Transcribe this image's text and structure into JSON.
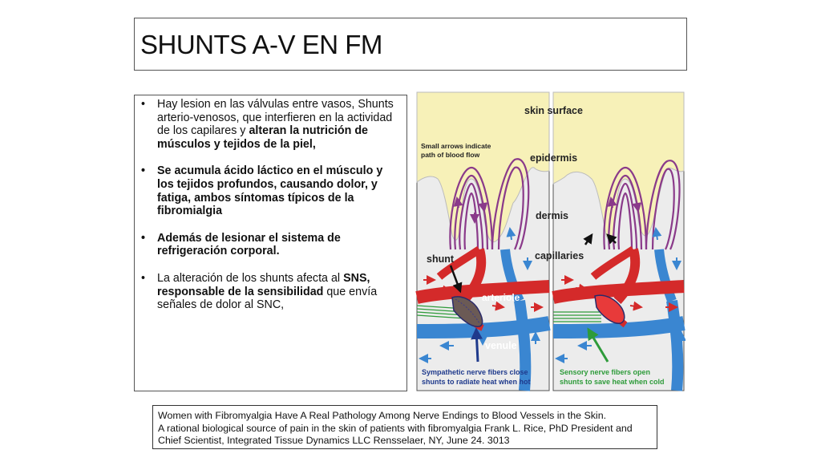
{
  "title": "SHUNTS A-V EN FM",
  "bullets": [
    {
      "parts": [
        "Hay  lesion en las válvulas entre vasos, Shunts arterio-venosos, que interfieren en la actividad de los capilares y ",
        "alteran  la nutrición de músculos y tejidos de la piel,"
      ]
    },
    {
      "parts": [
        "Se acumula ácido láctico en el músculo y los tejidos profundos,  causando dolor, y fatiga, ambos síntomas típicos de la fibromialgia"
      ]
    },
    {
      "parts": [
        "Además de lesionar el sistema de refrigeración corporal."
      ]
    },
    {
      "parts": [
        "La alteración de los shunts afecta al   ",
        "SNS, responsable de la sensibilidad",
        " que envía señales de dolor al SNC,"
      ]
    }
  ],
  "figure": {
    "skin_surface": "skin surface",
    "small_arrows_1": "Small arrows indicate",
    "small_arrows_2": "path of blood flow",
    "epidermis": "epidermis",
    "dermis": "dermis",
    "capillaries": "capillaries",
    "shunt": "shunt",
    "arteriole": "arteriole",
    "venule": "venule",
    "left_caption_1": "Sympathetic nerve fibers close",
    "left_caption_2": "shunts to radiate heat when hot",
    "right_caption_1": "Sensory nerve fibers open",
    "right_caption_2": "shunts to save heat when cold",
    "colors": {
      "artery": "#d42a2a",
      "vein": "#3a86d1",
      "epidermis": "#f7f1b8",
      "capillary": "#8a3a8a",
      "dermis": "#ececec",
      "left_caption": "#1f3a8c",
      "right_caption": "#2e9b3a"
    }
  },
  "caption": {
    "line1": "Women with Fibromyalgia Have A Real Pathology Among Nerve Endings to Blood Vessels in the Skin.",
    "line2": "A rational biological source of pain in the skin of patients with fibromyalgia  Frank L. Rice, PhD President and",
    "line3": "Chief Scientist, Integrated Tissue Dynamics LLC Rensselaer, NY, June 24. 3013"
  }
}
